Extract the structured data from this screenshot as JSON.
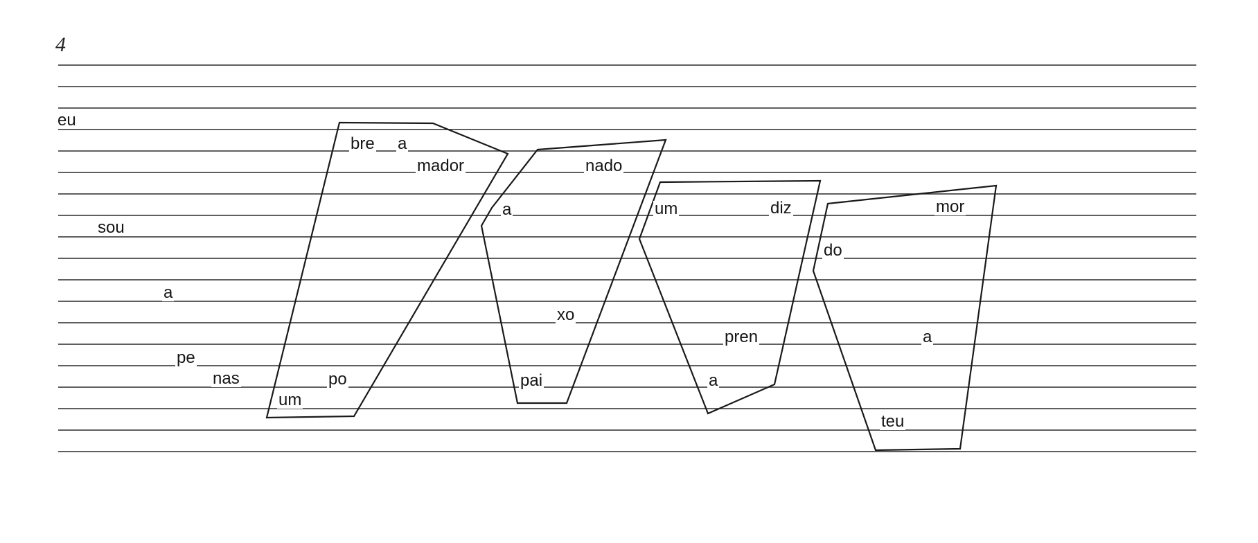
{
  "page_number": "4",
  "words": [
    "eu",
    "sou",
    "a",
    "pe",
    "nas",
    "um",
    "po",
    "bre",
    "a",
    "mador",
    "a",
    "nado",
    "xo",
    "pai",
    "um",
    "diz",
    "pren",
    "a",
    "do",
    "mor",
    "a",
    "teu"
  ],
  "colors": {
    "ink": "#151515",
    "rule": "#2a2a2a",
    "paper": "#ffffff"
  }
}
